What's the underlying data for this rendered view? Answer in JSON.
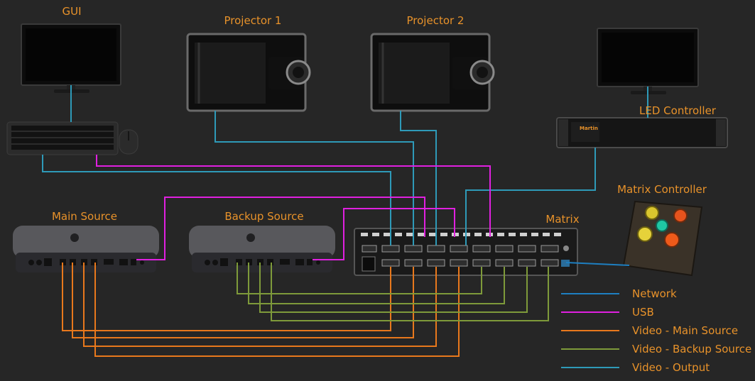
{
  "labels": {
    "gui": "GUI",
    "projector1": "Projector 1",
    "projector2": "Projector 2",
    "led_controller": "LED Controller",
    "matrix_controller": "Matrix Controller",
    "main_source": "Main Source",
    "backup_source": "Backup Source",
    "matrix": "Matrix",
    "led_brand": "Martin"
  },
  "legend": [
    {
      "label": "Network",
      "color": "#1e7fc1"
    },
    {
      "label": "USB",
      "color": "#e020e0"
    },
    {
      "label": "Video - Main Source",
      "color": "#e8781c"
    },
    {
      "label": "Video - Backup Source",
      "color": "#7e9a3a"
    },
    {
      "label": "Video - Output",
      "color": "#2e9ab8"
    }
  ],
  "colors": {
    "label": "#e8922a",
    "background": "#262626"
  },
  "icons": [
    "monitor-icon",
    "keyboard-icon",
    "mouse-icon",
    "projector-icon",
    "mac-mini-icon",
    "matrix-switcher-icon",
    "led-controller-icon",
    "button-box-icon"
  ]
}
